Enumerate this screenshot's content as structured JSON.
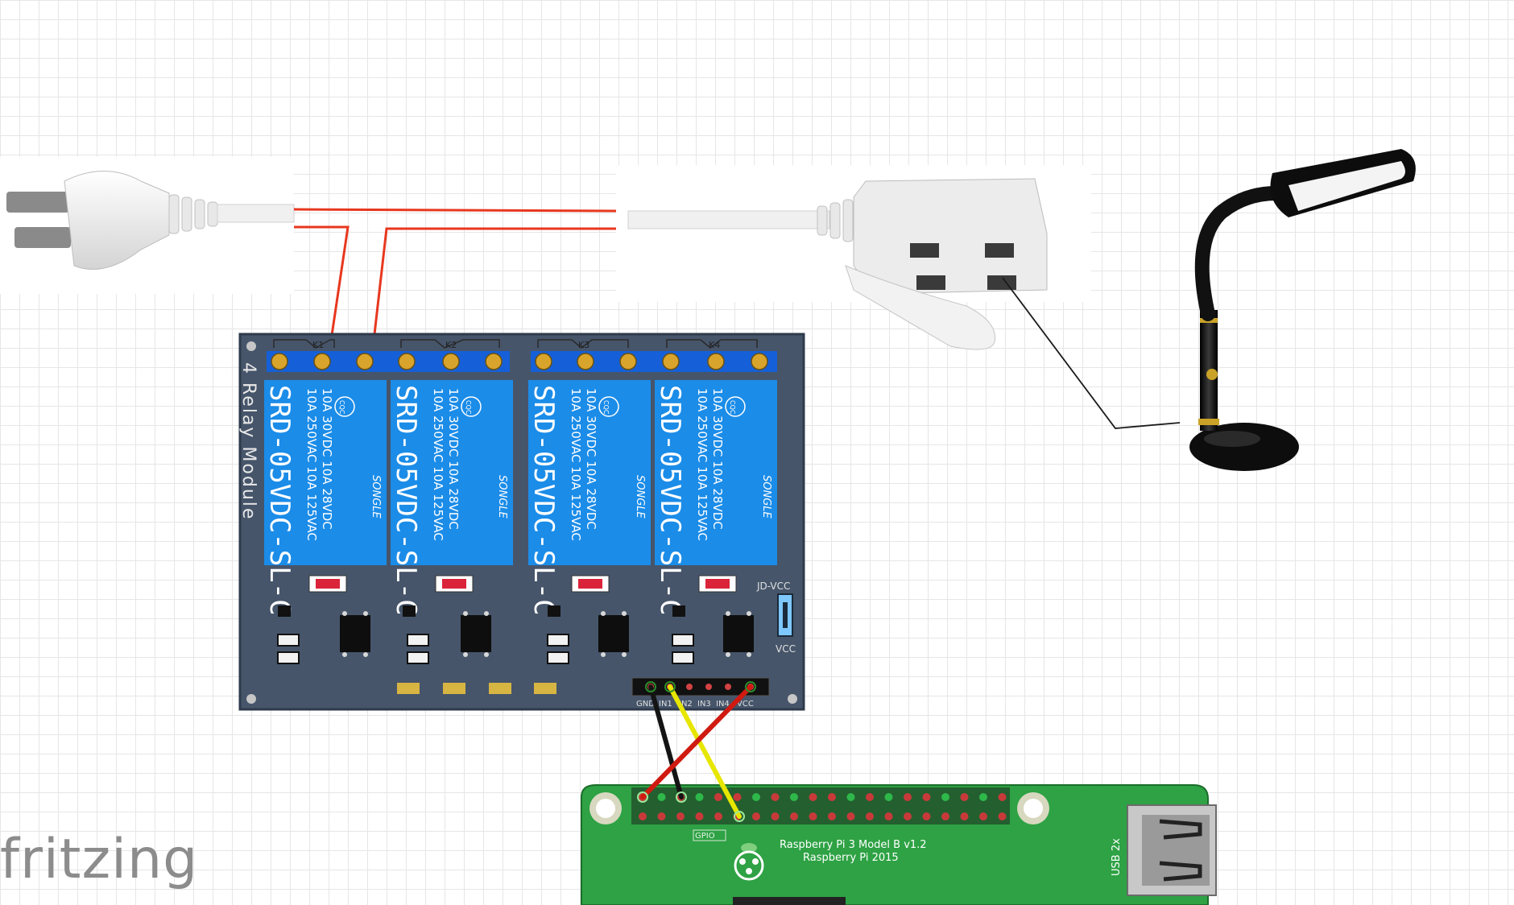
{
  "app": {
    "logo": "fritzing"
  },
  "relay_module": {
    "side_label": "4 Relay Module",
    "relay_headers": [
      "K1",
      "K2",
      "K3",
      "K4"
    ],
    "relay_model": "SRD-05VDC-SL-C",
    "relay_rating_1": "10A 250VAC 10A 125VAC",
    "relay_rating_2": "10A 30VDC 10A 28VDC",
    "relay_brand": "SONGLE",
    "relay_cert": "CQC",
    "jumper_top": "JD-VCC",
    "jumper_bottom": "VCC",
    "pins": [
      "GND",
      "IN1",
      "IN2",
      "IN3",
      "IN4",
      "VCC"
    ]
  },
  "raspberry_pi": {
    "title_line1": "Raspberry Pi 3 Model B v1.2",
    "title_line2": "Raspberry Pi 2015",
    "gpio_label": "GPIO",
    "usb_label": "USB 2x"
  },
  "wires": {
    "mains_colors": "#e8371f",
    "gnd_color": "#1a1a1a",
    "signal_color": "#e6e600",
    "vcc_color": "#d01a10",
    "lamp_cord_color": "#1a1a1a"
  }
}
